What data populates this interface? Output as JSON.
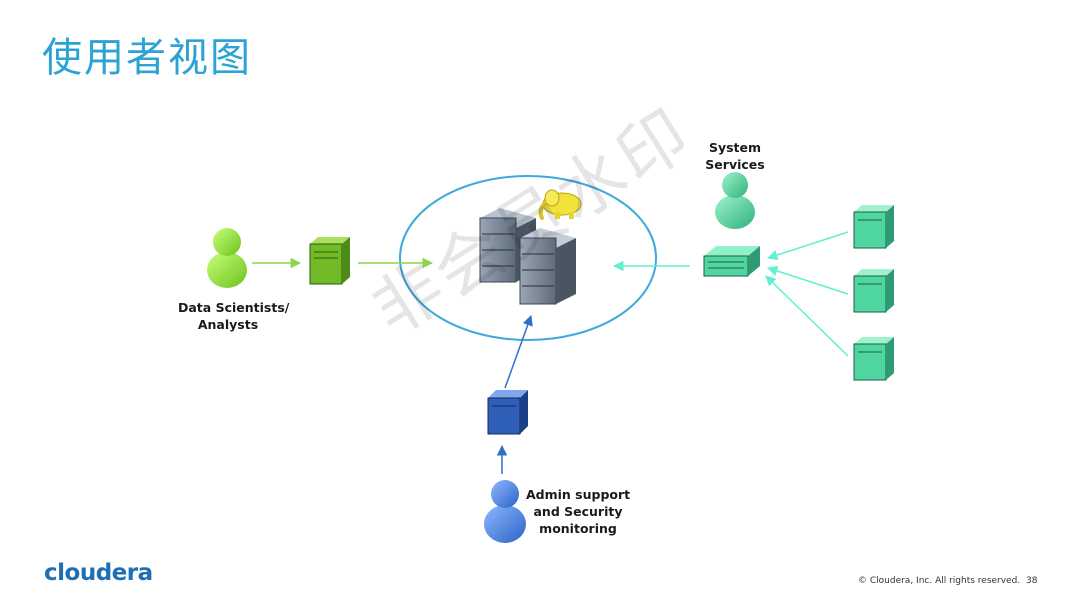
{
  "title": "使用者视图",
  "labels": {
    "data_scientists": [
      "Data Scientists/",
      "Analysts"
    ],
    "system_services": [
      "System",
      "Services"
    ],
    "admin": [
      "Admin support",
      "and Security",
      "monitoring"
    ]
  },
  "watermark": "非会员水印",
  "footer": {
    "brand": "cloudera",
    "copyright": "© Cloudera, Inc. All rights reserved.",
    "page": "38"
  },
  "colors": {
    "title": "#2ba3d4",
    "cluster_ring": "#3fa8dc",
    "green_person": "#8fe03a",
    "green_arrow": "#8ed34c",
    "teal_person": "#4fd6a0",
    "teal_arrow": "#5ff0d0",
    "blue_person": "#3f82e0",
    "blue_arrow": "#2f6fc8",
    "brand": "#1e6fb4"
  },
  "icons": [
    "person-icon",
    "server-icon",
    "server-rack-icon",
    "rack-server-icon",
    "hadoop-elephant-icon"
  ]
}
